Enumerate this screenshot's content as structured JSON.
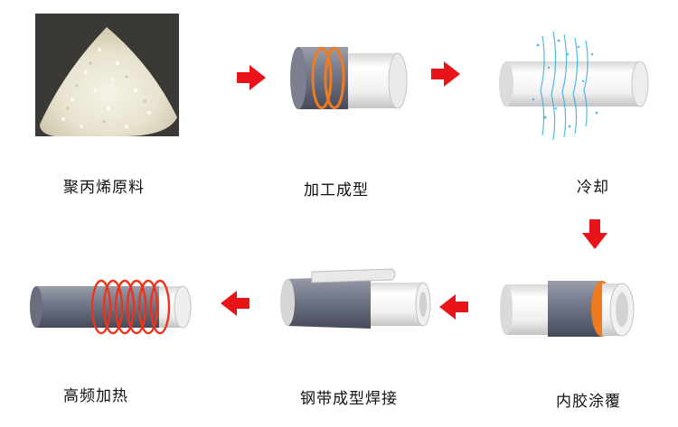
{
  "steps": [
    {
      "id": "pp-raw",
      "label": "聚丙烯原料"
    },
    {
      "id": "forming",
      "label": "加工成型"
    },
    {
      "id": "cooling",
      "label": "冷却"
    },
    {
      "id": "inner-coating",
      "label": "内胶涂覆"
    },
    {
      "id": "steel-strip",
      "label": "钢带成型焊接"
    },
    {
      "id": "hf-heating",
      "label": "高频加热"
    }
  ],
  "colors": {
    "arrow": "#e8141a",
    "orange_ring": "#f07a1e",
    "pipe_gray": "#6e7385",
    "pipe_white": "#f4f4f4"
  }
}
